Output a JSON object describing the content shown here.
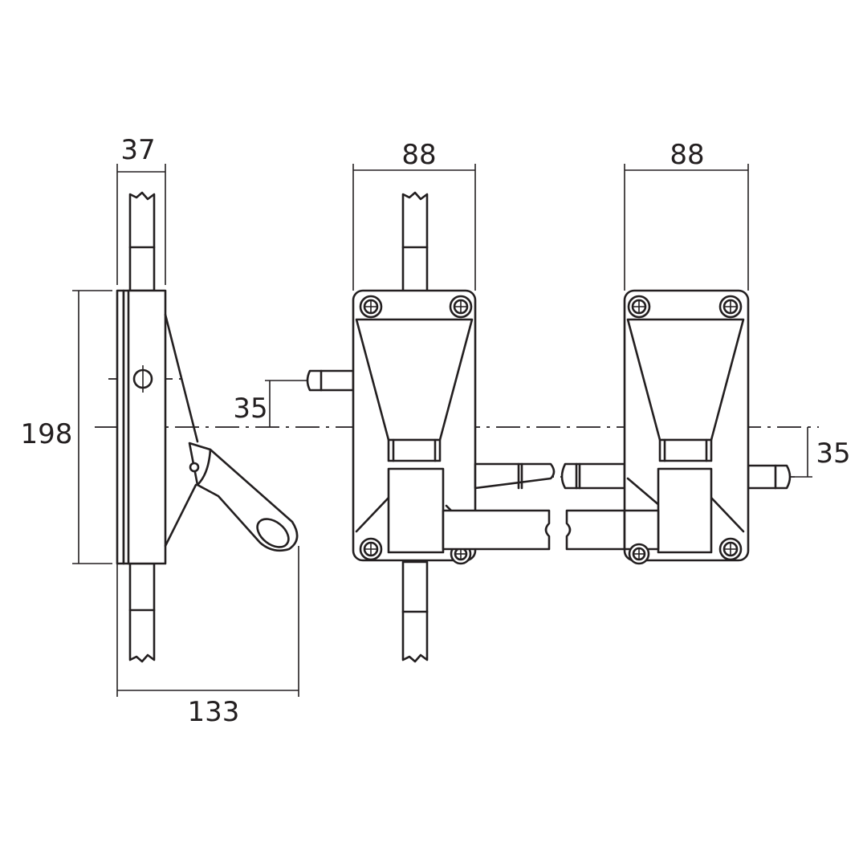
{
  "dimensions": {
    "side_width": "37",
    "side_height": "198",
    "side_depth": "133",
    "front_left_width": "88",
    "front_right_width": "88",
    "offset_left": "35",
    "offset_right": "35"
  },
  "colors": {
    "line": "#231f20",
    "background": "#ffffff"
  }
}
